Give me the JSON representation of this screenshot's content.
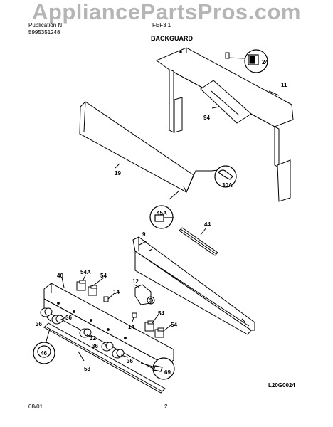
{
  "watermark": "AppliancePartsPros.com",
  "header": {
    "publication_label": "Publication N",
    "publication_number": "5995351248",
    "model": "FEF3 1"
  },
  "section_title": "BACKGUARD",
  "parts": {
    "p9": "9",
    "p11": "11",
    "p14a": "14",
    "p14b": "14",
    "p19": "19",
    "p24": "24",
    "p30a": "30A",
    "p32": "32",
    "p36a": "36",
    "p36b": "36",
    "p36c": "36",
    "p36d": "36",
    "p40": "40",
    "p44": "44",
    "p45a": "45A",
    "p46": "46",
    "p53": "53",
    "p54a": "54A",
    "p54b": "54",
    "p54c": "54",
    "p54d": "54",
    "p69": "69",
    "p94": "94"
  },
  "diagram_code": "L20G0024",
  "footer": {
    "date": "08/01",
    "page": "2"
  }
}
